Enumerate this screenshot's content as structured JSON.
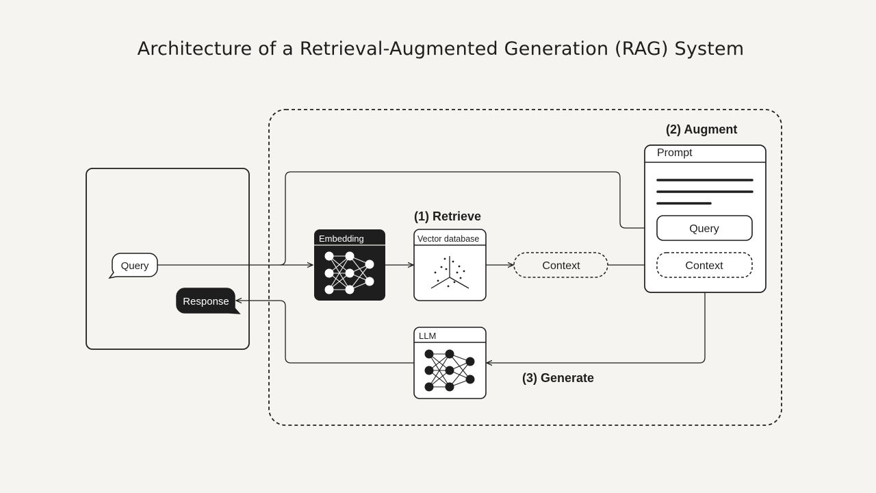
{
  "title": "Architecture of a Retrieval-Augmented Generation (RAG) System",
  "user": {
    "query": "Query",
    "response": "Response"
  },
  "steps": {
    "retrieve": "(1) Retrieve",
    "augment": "(2) Augment",
    "generate": "(3) Generate"
  },
  "components": {
    "embedding": "Embedding",
    "vector_db": "Vector database",
    "context": "Context",
    "llm": "LLM"
  },
  "prompt": {
    "header": "Prompt",
    "query": "Query",
    "context": "Context"
  },
  "colors": {
    "background": "#f5f4f0",
    "ink": "#1e1e1e",
    "box_fill": "#ffffff"
  }
}
